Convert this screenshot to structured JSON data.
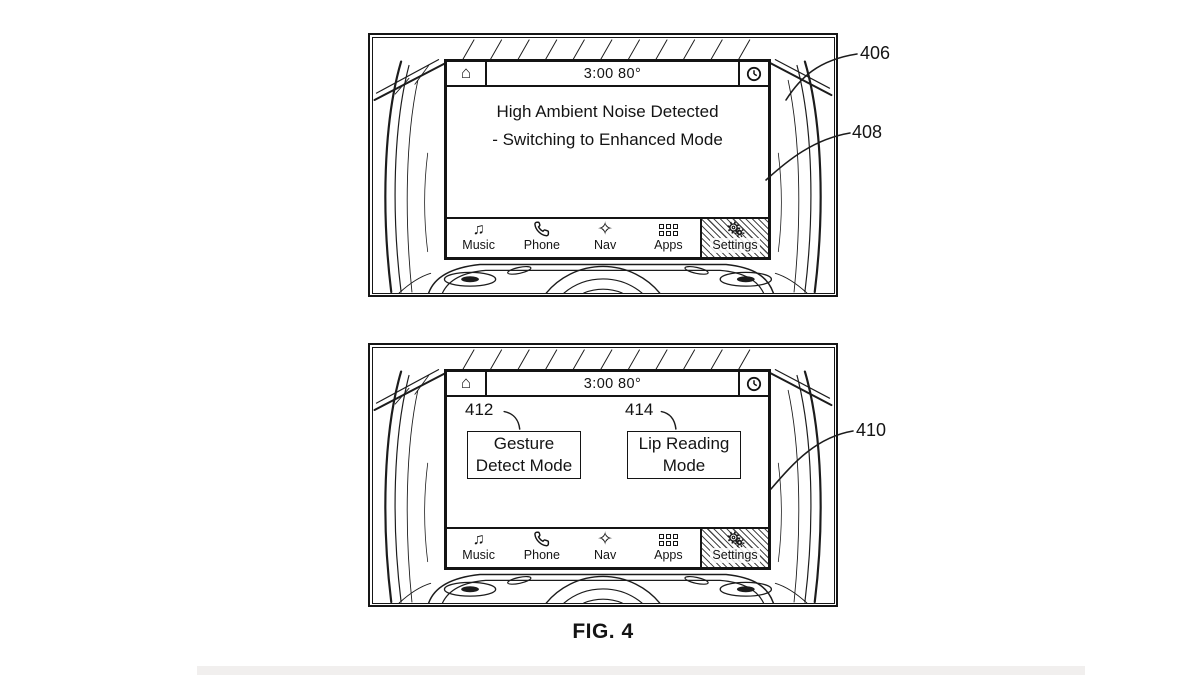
{
  "figure": {
    "caption": "FIG. 4"
  },
  "refs": {
    "display_1": "406",
    "notification_screen": "408",
    "display_2": "410",
    "gesture_button": "412",
    "lip_reading_button": "414"
  },
  "icons": {
    "home_glyph": "⌂",
    "music_glyph": "♫",
    "nav_glyph": "✧",
    "names": [
      "home-icon",
      "clock-icon",
      "music-icon",
      "phone-icon",
      "nav-icon",
      "apps-grid-icon",
      "settings-gears-icon"
    ]
  },
  "panels": [
    {
      "status_bar": {
        "time_temp": "3:00 80°"
      },
      "message": {
        "line1": "High Ambient Noise Detected",
        "line2": "- Switching to Enhanced Mode"
      },
      "toolbar": [
        {
          "label": "Music"
        },
        {
          "label": "Phone"
        },
        {
          "label": "Nav"
        },
        {
          "label": "Apps"
        },
        {
          "label": "Settings"
        }
      ]
    },
    {
      "status_bar": {
        "time_temp": "3:00 80°"
      },
      "buttons": [
        {
          "line1": "Gesture",
          "line2": "Detect Mode"
        },
        {
          "line1": "Lip Reading",
          "line2": "Mode"
        }
      ],
      "toolbar": [
        {
          "label": "Music"
        },
        {
          "label": "Phone"
        },
        {
          "label": "Nav"
        },
        {
          "label": "Apps"
        },
        {
          "label": "Settings"
        }
      ]
    }
  ]
}
